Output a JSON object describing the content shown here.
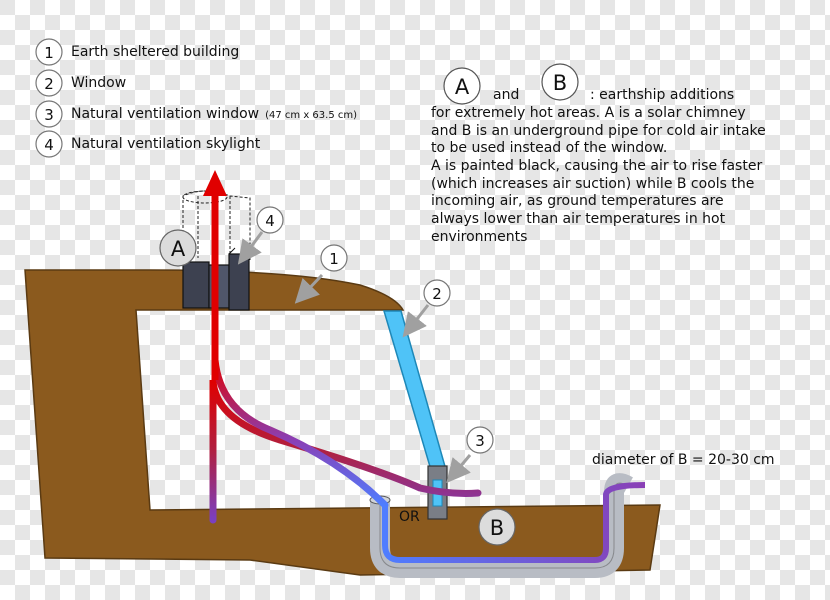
{
  "legend": [
    {
      "num": "1",
      "label": "Earth sheltered building",
      "note": ""
    },
    {
      "num": "2",
      "label": "Window",
      "note": ""
    },
    {
      "num": "3",
      "label": "Natural ventilation window",
      "note": "(47 cm x 63.5 cm)"
    },
    {
      "num": "4",
      "label": "Natural ventilation skylight",
      "note": ""
    }
  ],
  "description": {
    "circle_a": "A",
    "and_word": "and",
    "circle_b": "B",
    "lines": [
      ": earthship additions",
      "for extremely hot areas. A is a solar chimney",
      "and B is an underground pipe for cold air intake",
      "to be used instead of the window.",
      "A is painted black, causing the air to rise faster",
      "(which increases air suction) while B cools the",
      "incoming air, as ground temperatures are",
      "always lower than air temperatures in hot",
      "environments"
    ]
  },
  "callouts": {
    "one": "1",
    "two": "2",
    "three": "3",
    "four": "4"
  },
  "labels": {
    "chimney": "A",
    "pipe": "B",
    "or": "OR",
    "diameter": "diameter of B = 20-30 cm"
  },
  "colors": {
    "earth": "#8b5a1e",
    "glass": "#4fc3f7",
    "chimney": "#3d4150",
    "hot_air": "#e00000",
    "cool_air": "#4f7dff",
    "pipe_inner": "#8a3fb5",
    "callout_arrow": "#a0a0a0"
  }
}
